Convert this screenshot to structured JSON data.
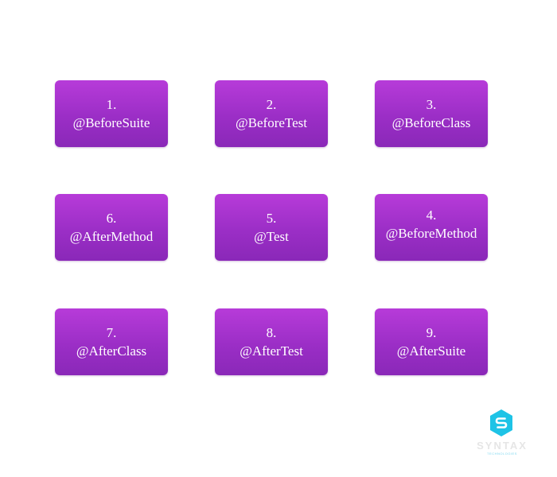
{
  "boxes": {
    "b1": {
      "number": "1.",
      "label": "@BeforeSuite"
    },
    "b2": {
      "number": "2.",
      "label": "@BeforeTest"
    },
    "b3": {
      "number": "3.",
      "label": "@BeforeClass"
    },
    "b4": {
      "number": "4.",
      "label": "@BeforeMethod"
    },
    "b5": {
      "number": "5.",
      "label": "@Test"
    },
    "b6": {
      "number": "6.",
      "label": "@AfterMethod"
    },
    "b7": {
      "number": "7.",
      "label": "@AfterClass"
    },
    "b8": {
      "number": "8.",
      "label": "@AfterTest"
    },
    "b9": {
      "number": "9.",
      "label": "@AfterSuite"
    }
  },
  "colors": {
    "box_top": "#b73bd9",
    "box_bottom": "#8a28b8",
    "box_text": "#ffffff",
    "logo_icon": "#1ec3e6"
  },
  "logo": {
    "icon": "hexagon-s-icon",
    "wordmark": "SYNTAX",
    "tagline": "TECHNOLOGIES"
  }
}
